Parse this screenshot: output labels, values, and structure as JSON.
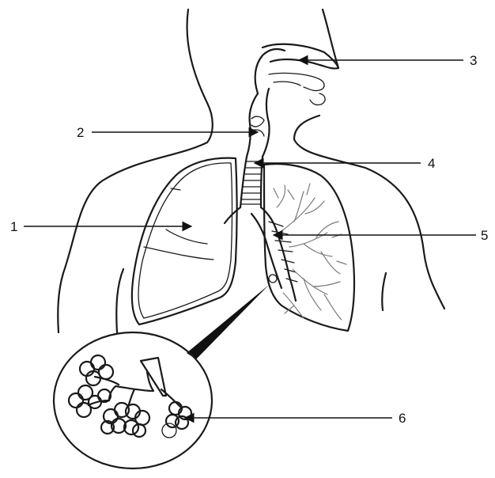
{
  "diagram": {
    "labels": [
      {
        "id": "1",
        "text": "1"
      },
      {
        "id": "2",
        "text": "2"
      },
      {
        "id": "3",
        "text": "3"
      },
      {
        "id": "4",
        "text": "4"
      },
      {
        "id": "5",
        "text": "5"
      },
      {
        "id": "6",
        "text": "6"
      }
    ]
  }
}
